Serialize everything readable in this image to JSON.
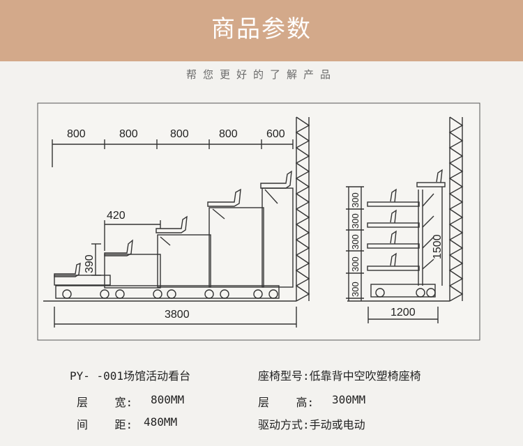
{
  "header": {
    "title": "商品参数",
    "subtitle": "帮您更好的了解产品"
  },
  "diagram": {
    "side_view": {
      "top_dims": [
        "800",
        "800",
        "800",
        "800",
        "600"
      ],
      "seat_width": "420",
      "seat_height": "390",
      "total_length": "3800"
    },
    "front_view": {
      "step_heights": [
        "300",
        "300",
        "300",
        "300",
        "300"
      ],
      "total_height": "1500",
      "depth": "1200"
    }
  },
  "specs": {
    "model": "PY- -001场馆活动看台",
    "seat_type": "座椅型号:低靠背中空吹塑椅座椅",
    "width_label": "层    宽:",
    "width_value": "800MM",
    "height_label": "层    高:",
    "height_value": "300MM",
    "spacing_label": "间    距:",
    "spacing_value": "480MM",
    "drive": "驱动方式:手动或电动"
  }
}
